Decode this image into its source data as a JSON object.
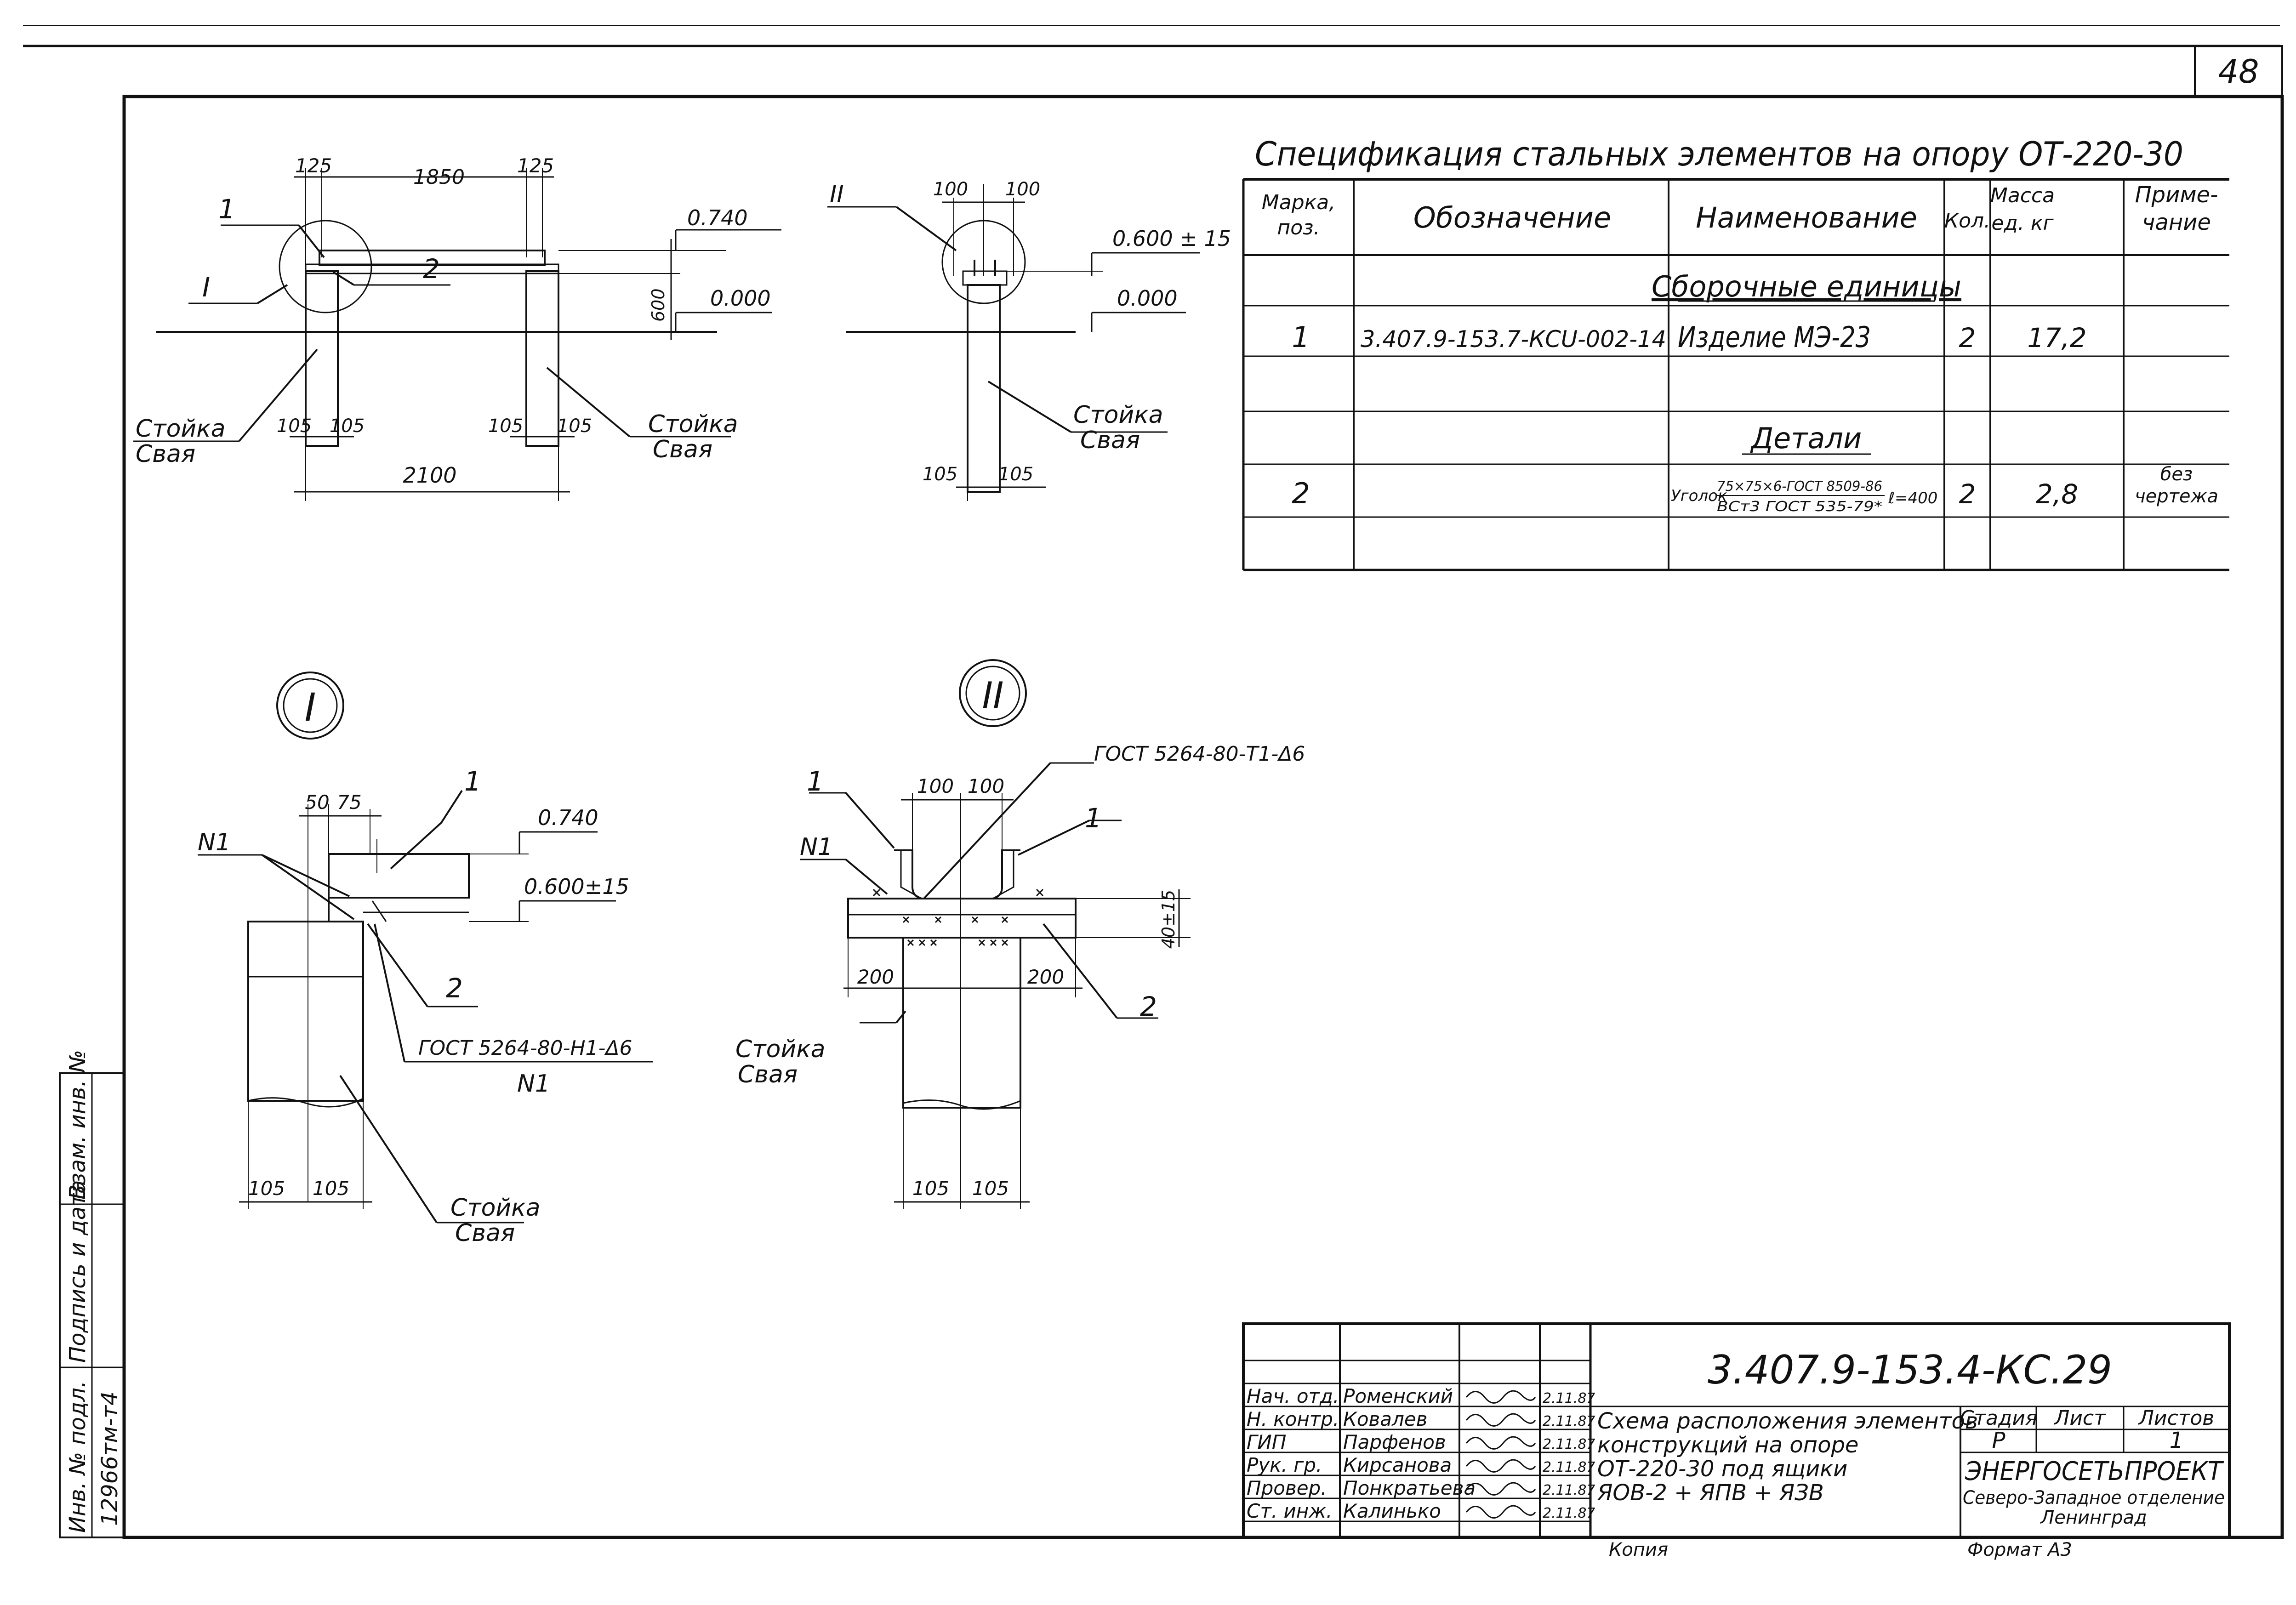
{
  "sheet_number": "48",
  "spec": {
    "title": "Спецификация стальных элементов на опору ОТ-220-30",
    "headers": {
      "mark": "Марка, поз.",
      "designation": "Обозначение",
      "name": "Наименование",
      "qty": "Кол.",
      "mass": "Масса ед. кг",
      "note": "Приме- чание"
    },
    "section_assemblies": "Сборочные единицы",
    "section_details": "Детали",
    "rows": [
      {
        "mark": "1",
        "designation": "3.407.9-153.7-КСU-002-14",
        "name": "Изделие МЭ-23",
        "qty": "2",
        "mass": "17,2",
        "note": ""
      },
      {
        "mark": "2",
        "designation": "",
        "name_prefix": "Уголок",
        "name_top": "75×75×6-ГОСТ 8509-86",
        "name_bottom": "ВСт3 ГОСТ 535-79*",
        "name_suffix": "ℓ=400",
        "qty": "2",
        "mass": "2,8",
        "note": "без чертежа"
      }
    ]
  },
  "drawing1": {
    "dims": {
      "d125a": "125",
      "d1850": "1850",
      "d125b": "125",
      "d600": "600",
      "d105a": "105",
      "d105b": "105",
      "d105c": "105",
      "d105d": "105",
      "d2100": "2100"
    },
    "elev_top": "0.740",
    "elev_ground": "0.000",
    "pos1": "1",
    "pos2": "2",
    "callout": "I",
    "label_left_1": "Стойка",
    "label_left_2": "Свая",
    "label_right_1": "Стойка",
    "label_right_2": "Свая"
  },
  "drawing2": {
    "dims": {
      "d100a": "100",
      "d100b": "100",
      "d105a": "105",
      "d105b": "105"
    },
    "elev_top": "0.600 ± 15",
    "elev_ground": "0.000",
    "callout": "II",
    "label_1": "Стойка",
    "label_2": "Свая"
  },
  "detail1": {
    "title": "I",
    "dims": {
      "d50": "50",
      "d75": "75",
      "d105a": "105",
      "d105b": "105"
    },
    "pos1": "1",
    "pos2": "2",
    "weld": "N1",
    "elev_top": "0.740",
    "elev_mid": "0.600±15",
    "gost": "ГОСТ 5264-80-Н1-Δ6",
    "gost_weld": "N1",
    "label_1": "Стойка",
    "label_2": "Свая"
  },
  "detail2": {
    "title": "II",
    "dims": {
      "d100a": "100",
      "d100b": "100",
      "d200a": "200",
      "d200b": "200",
      "d105a": "105",
      "d105b": "105",
      "d40": "40±15"
    },
    "gost": "ГОСТ 5264-80-Т1-Δ6",
    "pos1a": "1",
    "pos1b": "1",
    "pos2": "2",
    "weld": "N1",
    "label_1": "Стойка",
    "label_2": "Свая"
  },
  "titleblock": {
    "code": "3.407.9-153.4-КС.29",
    "roles": [
      "Нач. отд.",
      "Н. контр.",
      "ГИП",
      "Рук. гр.",
      "Провер.",
      "Ст. инж."
    ],
    "names": [
      "Роменский",
      "Ковалев",
      "Парфенов",
      "Кирсанова",
      "Понкратьева",
      "Калинько"
    ],
    "dates": [
      "2.11.87",
      "2.11.87",
      "2.11.87",
      "2.11.87",
      "2.11.87",
      "2.11.87"
    ],
    "description_lines": [
      "Схема расположения элементов",
      "конструкций на опоре",
      "ОТ-220-30 под ящики",
      "ЯОВ-2 + ЯПВ + ЯЗВ"
    ],
    "stage_header": "Стадия",
    "sheet_header": "Лист",
    "sheets_header": "Листов",
    "stage": "Р",
    "sheet": "",
    "sheets": "1",
    "org": "ЭНЕРГОСЕТЬПРОЕКТ",
    "org_sub1": "Северо-Западное отделение",
    "org_sub2": "Ленинград",
    "copy_label": "Копия",
    "format_label": "Формат А3"
  },
  "side_stamp": {
    "inv_orig": "Инв. № подл.",
    "sign_date": "Подпись и дата",
    "inv_repl": "Взам. инв. №",
    "number": "12966тм-т4"
  }
}
